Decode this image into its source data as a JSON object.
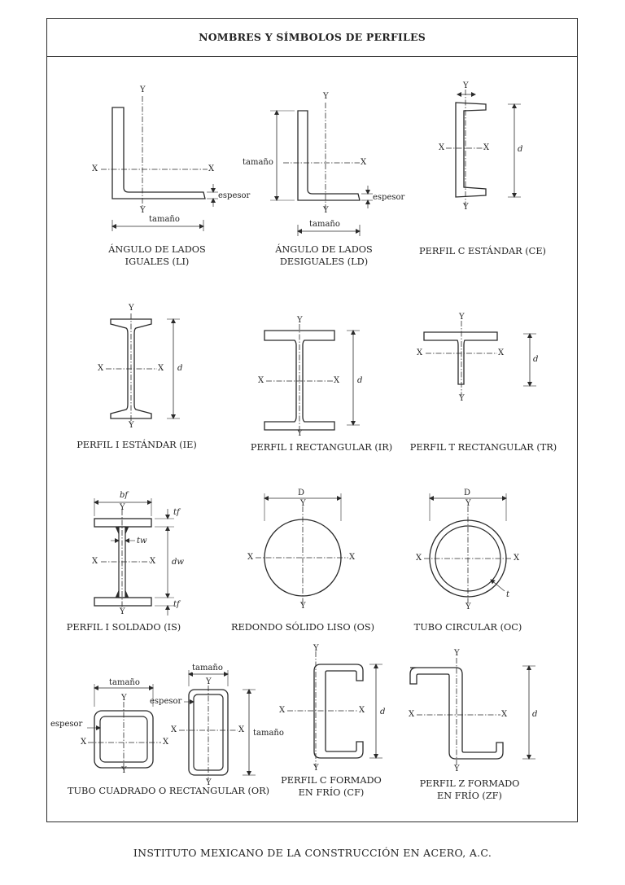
{
  "title": "NOMBRES Y SÍMBOLOS DE PERFILES",
  "footer": "INSTITUTO MEXICANO DE LA CONSTRUCCIÓN EN ACERO, A.C.",
  "axes": {
    "x": "X",
    "y": "Y"
  },
  "profiles": {
    "li": {
      "caption_1": "ÁNGULO DE LADOS",
      "caption_2": "IGUALES (LI)",
      "size": "tamaño",
      "thickness": "espesor"
    },
    "ld": {
      "caption_1": "ÁNGULO DE LADOS",
      "caption_2": "DESIGUALES (LD)",
      "size_a": "tamaño",
      "size_b": "tamaño",
      "thickness": "espesor"
    },
    "ce": {
      "caption": "PERFIL C ESTÁNDAR (CE)",
      "depth": "d"
    },
    "ie": {
      "caption": "PERFIL I ESTÁNDAR (IE)",
      "depth": "d"
    },
    "ir": {
      "caption": "PERFIL I RECTANGULAR (IR)",
      "depth": "d"
    },
    "tr": {
      "caption": "PERFIL T RECTANGULAR (TR)",
      "depth": "d"
    },
    "is": {
      "caption": "PERFIL I SOLDADO (IS)",
      "flange_width": "bf",
      "flange_thickness": "tf",
      "web_thickness": "tw",
      "web_depth": "dw"
    },
    "os": {
      "caption": "REDONDO SÓLIDO LISO (OS)",
      "diameter": "D"
    },
    "oc": {
      "caption": "TUBO CIRCULAR (OC)",
      "diameter": "D",
      "wall": "t"
    },
    "or": {
      "caption": "TUBO CUADRADO O RECTANGULAR (OR)",
      "size_a": "tamaño",
      "size_b": "tamaño",
      "size_c": "tamaño",
      "thickness_a": "espesor",
      "thickness_b": "espesor"
    },
    "cf": {
      "caption_1": "PERFIL C FORMADO",
      "caption_2": "EN FRÍO (CF)",
      "depth": "d"
    },
    "zf": {
      "caption_1": "PERFIL Z FORMADO",
      "caption_2": "EN FRÍO (ZF)",
      "depth": "d"
    }
  }
}
